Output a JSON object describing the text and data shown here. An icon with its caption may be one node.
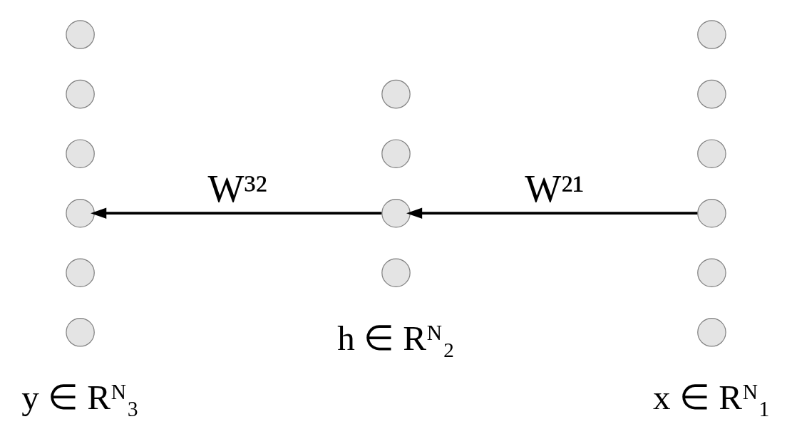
{
  "diagram": {
    "nodes": [
      {
        "text": [],
        "shape": "circle"
      },
      {
        "text": [],
        "shape": "circle"
      },
      {
        "text": [],
        "shape": "circle"
      },
      {
        "text": [],
        "shape": "circle"
      },
      {
        "text": [],
        "shape": "circle"
      },
      {
        "text": [],
        "shape": "circle"
      },
      {
        "text": [],
        "shape": "circle"
      },
      {
        "text": [],
        "shape": "circle"
      },
      {
        "text": [],
        "shape": "circle"
      },
      {
        "text": [],
        "shape": "circle"
      },
      {
        "text": [],
        "shape": "circle"
      },
      {
        "text": [],
        "shape": "circle"
      },
      {
        "text": [],
        "shape": "circle"
      },
      {
        "text": [],
        "shape": "circle"
      },
      {
        "text": [],
        "shape": "circle"
      },
      {
        "text": [],
        "shape": "circle"
      }
    ],
    "edges": [
      {
        "from": 13,
        "to": 8,
        "arrow": "to",
        "label": "W²¹"
      },
      {
        "from": 8,
        "to": 3,
        "arrow": "to",
        "label": "W³²"
      }
    ],
    "labels": [
      "y ∈ Rᴺ₃",
      "h ∈ Rᴺ₂",
      "x ∈ Rᴺ₁"
    ]
  }
}
